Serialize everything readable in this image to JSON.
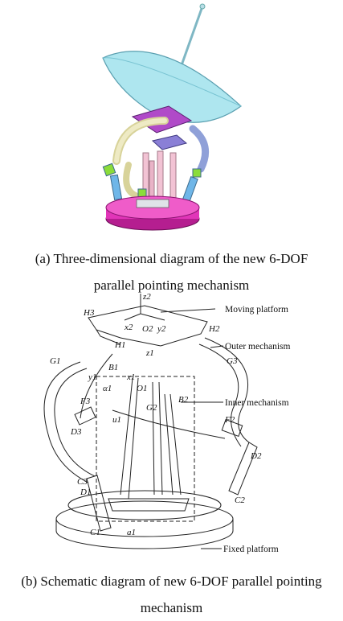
{
  "figure_a": {
    "caption_line1": "(a) Three-dimensional diagram of the new 6-DOF",
    "caption_line2": "parallel pointing mechanism",
    "colors": {
      "dish": "#aee6ef",
      "base": "#e135b8",
      "outer_links": "#e6e2b0",
      "inner_legs": "#f2c3d4",
      "actuator_blue": "#6fb6e8",
      "actuator_green": "#8bdc3a",
      "top_platform": "#8a7fd6"
    }
  },
  "figure_b": {
    "caption_line1": "(b) Schematic diagram of new 6-DOF parallel pointing",
    "caption_line2": "mechanism",
    "callouts": {
      "moving_platform": "Moving platform",
      "outer_mechanism": "Outer mechanism",
      "inner_mechanism": "Inner mechanism",
      "fixed_platform": "Fixed platform"
    },
    "labels": {
      "z2": "z2",
      "x2": "x2",
      "y2": "y2",
      "O2": "O2",
      "H3": "H3",
      "H2": "H2",
      "H1": "H1",
      "G1": "G1",
      "G2": "G2",
      "G3": "G3",
      "F2": "F2",
      "F3": "F3",
      "D1": "D1",
      "D2": "D2",
      "D3": "D3",
      "C1": "C1",
      "C2": "C2",
      "C3": "C3",
      "B1": "B1",
      "B2": "B2",
      "z1": "z1",
      "x1": "x1",
      "y1": "y1",
      "O1": "O1",
      "a1": "a1",
      "alpha1": "α1",
      "u1": "u1"
    }
  }
}
